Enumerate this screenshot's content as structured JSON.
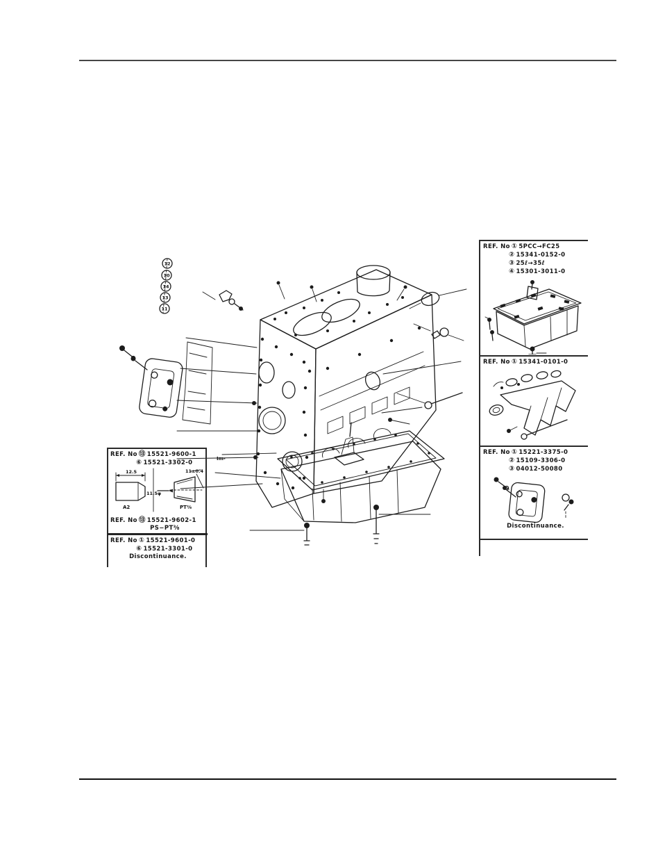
{
  "left_box": {
    "ref_label": "REF. No",
    "s1_items": [
      {
        "marker": "⑬",
        "pn": "15521-9600-1"
      },
      {
        "marker": "⑥",
        "pn": "15521-3302-0"
      }
    ],
    "diagram": {
      "dim_top": "12.5",
      "dim_mid": "11.5φ",
      "dim_right": "11±0.4",
      "label_left": "A2",
      "label_right": "PT⅜"
    },
    "s2_items": [
      {
        "marker": "⑬",
        "pn": "15521-9602-1"
      }
    ],
    "s2_note": "PS−PT⅜",
    "s3_items": [
      {
        "marker": "①",
        "pn": "15521-9601-0"
      },
      {
        "marker": "⑥",
        "pn": "15521-3301-0"
      }
    ],
    "s3_note": "Discontinuance."
  },
  "right_column": {
    "ref_label": "REF. No",
    "s1_items": [
      {
        "marker": "①",
        "pn": "5PCC→FC25"
      },
      {
        "marker": "②",
        "pn": "15341-0152-0"
      },
      {
        "marker": "③",
        "pn": "25ℓ→35ℓ"
      },
      {
        "marker": "④",
        "pn": "15301-3011-0"
      }
    ],
    "s2_items": [
      {
        "marker": "①",
        "pn": "15341-0101-0"
      }
    ],
    "s3_items": [
      {
        "marker": "①",
        "pn": "15221-3375-0"
      },
      {
        "marker": "②",
        "pn": "15109-3306-0"
      },
      {
        "marker": "③",
        "pn": "04012-50080"
      }
    ],
    "s3_note": "Discontinuance."
  },
  "center": {
    "annotation": "Im-",
    "callout_chain": [
      "12",
      "10",
      "14",
      "13",
      "11"
    ]
  }
}
